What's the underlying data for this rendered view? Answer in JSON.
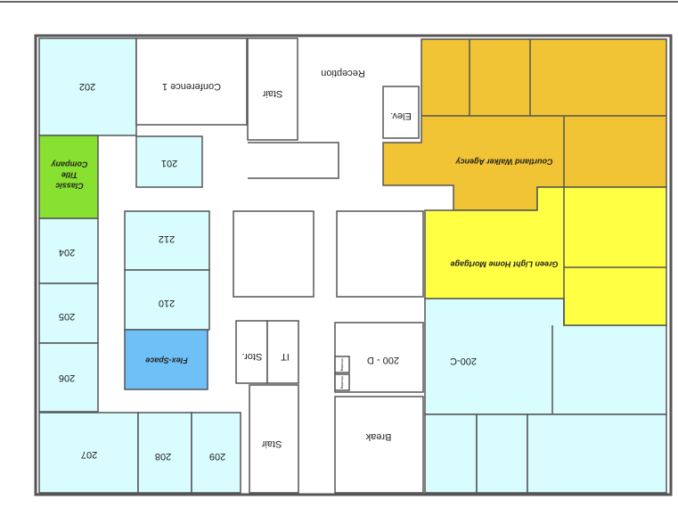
{
  "colors": {
    "office_light_blue": "#d9fcff",
    "courtland_walker": "#f0c434",
    "green_light": "#ffff44",
    "classic_title": "#88e030",
    "flex_space": "#70c0f8",
    "common": "#ffffff"
  },
  "orientation": "rotated-180",
  "rooms": {
    "r202": "202",
    "conference": "Conference 1",
    "stair_top": "Stair",
    "reception": "Reception",
    "elevator": "Elev.",
    "r201": "201",
    "classic_line1": "Classic",
    "classic_line2": "Title",
    "classic_line3": "Company",
    "courtland": "Courtland Walker Agency",
    "r212": "212",
    "r204": "204",
    "green_light": "Green Light Home Mortgage",
    "r210": "210",
    "r205": "205",
    "flex": "Flex-Space",
    "stor": "Stor.",
    "it": "IT",
    "r200d": "200 - D",
    "r200c": "200-C",
    "r206": "206",
    "vending1": "Vending",
    "vending2": "Vending",
    "break": "Break",
    "r207": "207",
    "r208": "208",
    "r209": "209",
    "stair_bottom": "Stair"
  }
}
